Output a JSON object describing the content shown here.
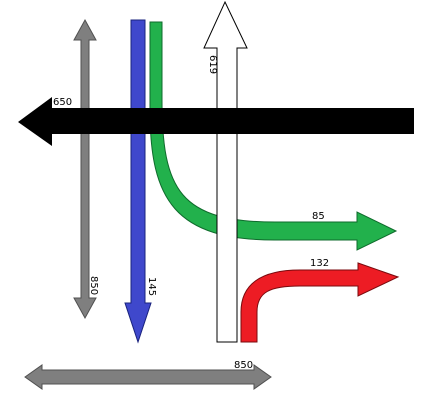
{
  "diagram": {
    "flows": [
      {
        "id": "black-left",
        "value": "650",
        "color": "#000000"
      },
      {
        "id": "gray-vertical",
        "value": "850",
        "color": "#7f7f7f"
      },
      {
        "id": "blue-down",
        "value": "145",
        "color": "#3f48cc"
      },
      {
        "id": "green-curve",
        "value": "85",
        "color": "#22b14c"
      },
      {
        "id": "white-up",
        "value": "619",
        "color": "#ffffff"
      },
      {
        "id": "red-curve",
        "value": "132",
        "color": "#ed1c24"
      },
      {
        "id": "gray-horizontal",
        "value": "850",
        "color": "#7f7f7f"
      }
    ]
  }
}
